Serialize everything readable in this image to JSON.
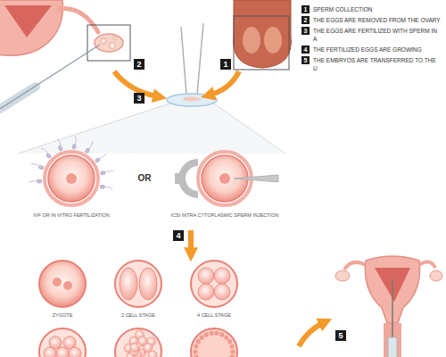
{
  "diagram": {
    "labels": [
      "1",
      "SPERM COLLECTION",
      "2",
      "THE EGGS ARE REMOVED FROM THE OVARY",
      "3",
      "THE EGGS ARE FERTILIZED WITH SPERM IN A",
      "4",
      "THE FERTILIZED EGGS ARE GROWING",
      "5",
      "THE EMBRYOS ARE TRANSFERRED TO THE U",
      "2",
      "1",
      "3",
      "IVF OR IN VITRO FERTILIZATION",
      "OR",
      "ICSI INTRA CYTOPLASMIC SPERM INJECTION",
      "4",
      "ZYGOTE",
      "2 CELL STAGE",
      "4 CELL STAGE",
      "5"
    ]
  }
}
